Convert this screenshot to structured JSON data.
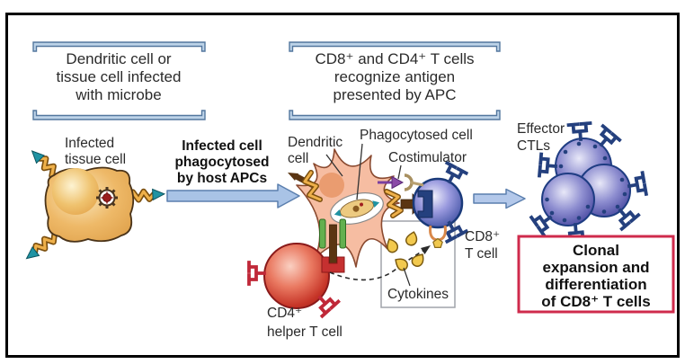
{
  "figure": {
    "type": "immunology-pathway-diagram",
    "panel_headers": {
      "left": {
        "lines": [
          "Dendritic cell or",
          "tissue cell infected",
          "with microbe"
        ]
      },
      "center": {
        "lines": [
          "CD8⁺ and CD4⁺ T cells",
          "recognize antigen",
          "presented by APC"
        ]
      }
    },
    "process_label": {
      "lines": [
        "Infected cell",
        "phagocytosed",
        "by host APCs"
      ]
    },
    "cell_labels": {
      "infected_tissue_cell": {
        "lines": [
          "Infected",
          "tissue cell"
        ]
      },
      "dendritic_cell": {
        "lines": [
          "Dendritic",
          "cell"
        ]
      },
      "phagocytosed_cell": "Phagocytosed cell",
      "costimulator": "Costimulator",
      "cd8_t_cell": {
        "lines": [
          "CD8⁺",
          "T cell"
        ]
      },
      "cd4_helper_t_cell": {
        "lines": [
          "CD4⁺",
          "helper T cell"
        ]
      },
      "cytokines": "Cytokines",
      "effector_ctls": {
        "lines": [
          "Effector",
          "CTLs"
        ]
      }
    },
    "outcome_box": {
      "lines": [
        "Clonal",
        "expansion and",
        "differentiation",
        "of CD8⁺ T cells"
      ]
    },
    "colors": {
      "bracket_fill": "#bdd3e8",
      "bracket_stroke": "#53779e",
      "arrow_fill": "#a9c3e6",
      "arrow_stroke": "#5b7fae",
      "infected_cell": "#eeb968",
      "dendritic_cell": "#f6bda2",
      "cd4_cell": "#c63528",
      "cd8_cell": "#5b67b5",
      "ctl_cell": "#5a5aac",
      "receptor_navy": "#24407e",
      "receptor_red": "#c02838",
      "receptor_gold": "#eeb04a",
      "receptor_teal": "#1f93a3",
      "costimulator_purple": "#8a4aa8",
      "cytokine_yellow": "#f2c94e",
      "cytokine_box_stroke": "#a0a4aa",
      "outcome_box_stroke": "#cf2b4c",
      "outer_border": "#000000"
    }
  }
}
